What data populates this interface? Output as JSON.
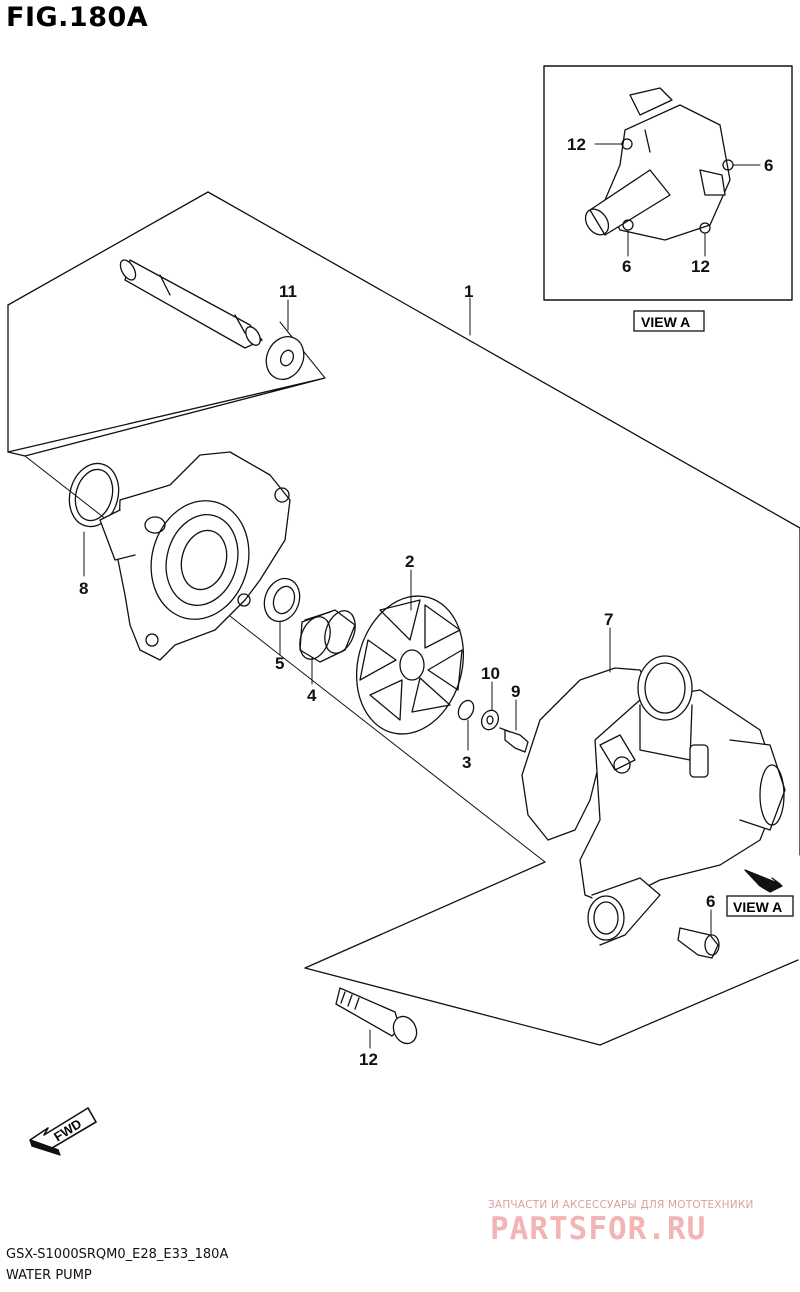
{
  "figure": {
    "title": "FIG.180A",
    "view_label": "VIEW A",
    "view_label_main": "VIEW A",
    "fwd_label": "FWD"
  },
  "callouts": {
    "main": [
      "1",
      "2",
      "3",
      "4",
      "5",
      "6",
      "7",
      "8",
      "9",
      "10",
      "11",
      "12"
    ],
    "view_a": [
      "12",
      "6",
      "6",
      "12"
    ]
  },
  "footer": {
    "code": "GSX-S1000SRQM0_E28_E33_180A",
    "name": "WATER PUMP"
  },
  "watermark": {
    "caption": "ЗАПЧАСТИ И АКСЕССУАРЫ ДЛЯ МОТОТЕХНИКИ",
    "site": "PARTSFOR.RU"
  },
  "colors": {
    "line": "#111111",
    "watermark": "#f2b4b4"
  }
}
